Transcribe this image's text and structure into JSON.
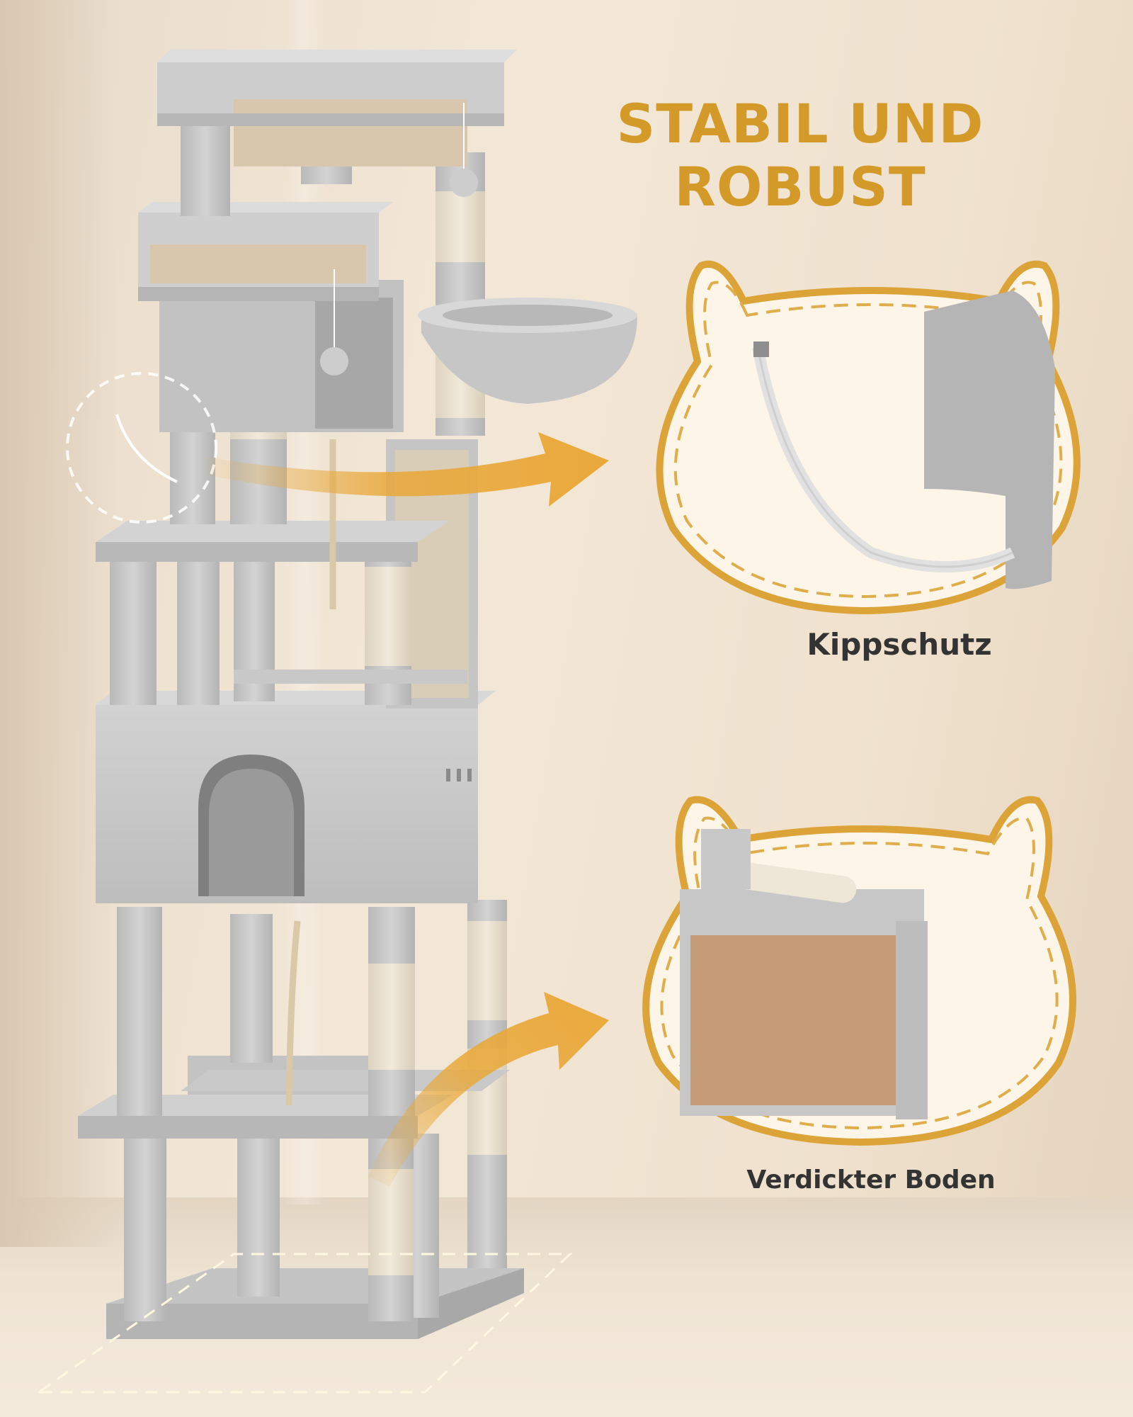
{
  "headline": "STABIL UND ROBUST",
  "features": [
    {
      "label": "Kippschutz"
    },
    {
      "label": "Verdickter Boden"
    }
  ],
  "colors": {
    "accent": "#d39a2a",
    "arrow": "#e9a83a",
    "plush": "#c9c9c9",
    "sisal": "#e9dfcc",
    "wall": "#efe1cd",
    "caption_text": "#333333"
  },
  "icons": [
    "cat-head-outline-icon",
    "arrow-icon",
    "highlight-circle-icon"
  ]
}
